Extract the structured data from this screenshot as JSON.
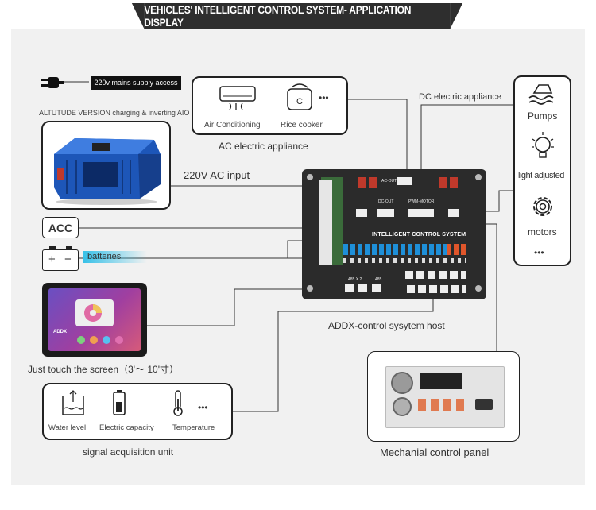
{
  "title": "VEHICLES' INTELLIGENT CONTROL SYSTEM- APPLICATION DISPLAY",
  "power": {
    "mains_label": "220v mains supply access",
    "inverter_caption": "ALTUTUDE VERSION charging & inverting AIO",
    "ac_input_label": "220V AC input"
  },
  "ac_appliance": {
    "title": "AC electric appliance",
    "items": [
      "Air Conditioning",
      "Rice cooker"
    ],
    "more": "•••"
  },
  "dc_appliance": {
    "title": "DC electric appliance",
    "items": [
      "Pumps",
      "light adjusted",
      "motors"
    ],
    "more": "•••"
  },
  "acc_label": "ACC",
  "batteries_label": "batteries",
  "battery_signs": {
    "plus": "+",
    "minus": "−"
  },
  "host": {
    "caption": "ADDX-control sysytem host",
    "board_title": "INTELLIGENT CONTROL SYSTEM",
    "ports": {
      "ac_out": "AC-OUT",
      "dc_out": "DC-OUT",
      "pwm_motor": "PWM-MOTOR",
      "rs485_x2": "485 X 2",
      "rs485": "485"
    }
  },
  "screen": {
    "caption": "Just touch the screen（3'～ 10'寸）",
    "brand": "ADDX"
  },
  "signal_unit": {
    "title": "signal acquisition unit",
    "items": [
      "Water level",
      "Electric capacity",
      "Temperature"
    ],
    "more": "•••"
  },
  "mechanical_panel": {
    "caption": "Mechanial control panel"
  },
  "colors": {
    "title_bg": "#2e2e2e",
    "board": "#2b2b2b",
    "inverter_blue": "#1d56b8",
    "batteries_highlight": "#38c1e8",
    "stage_bg": "#f1f1f1"
  }
}
